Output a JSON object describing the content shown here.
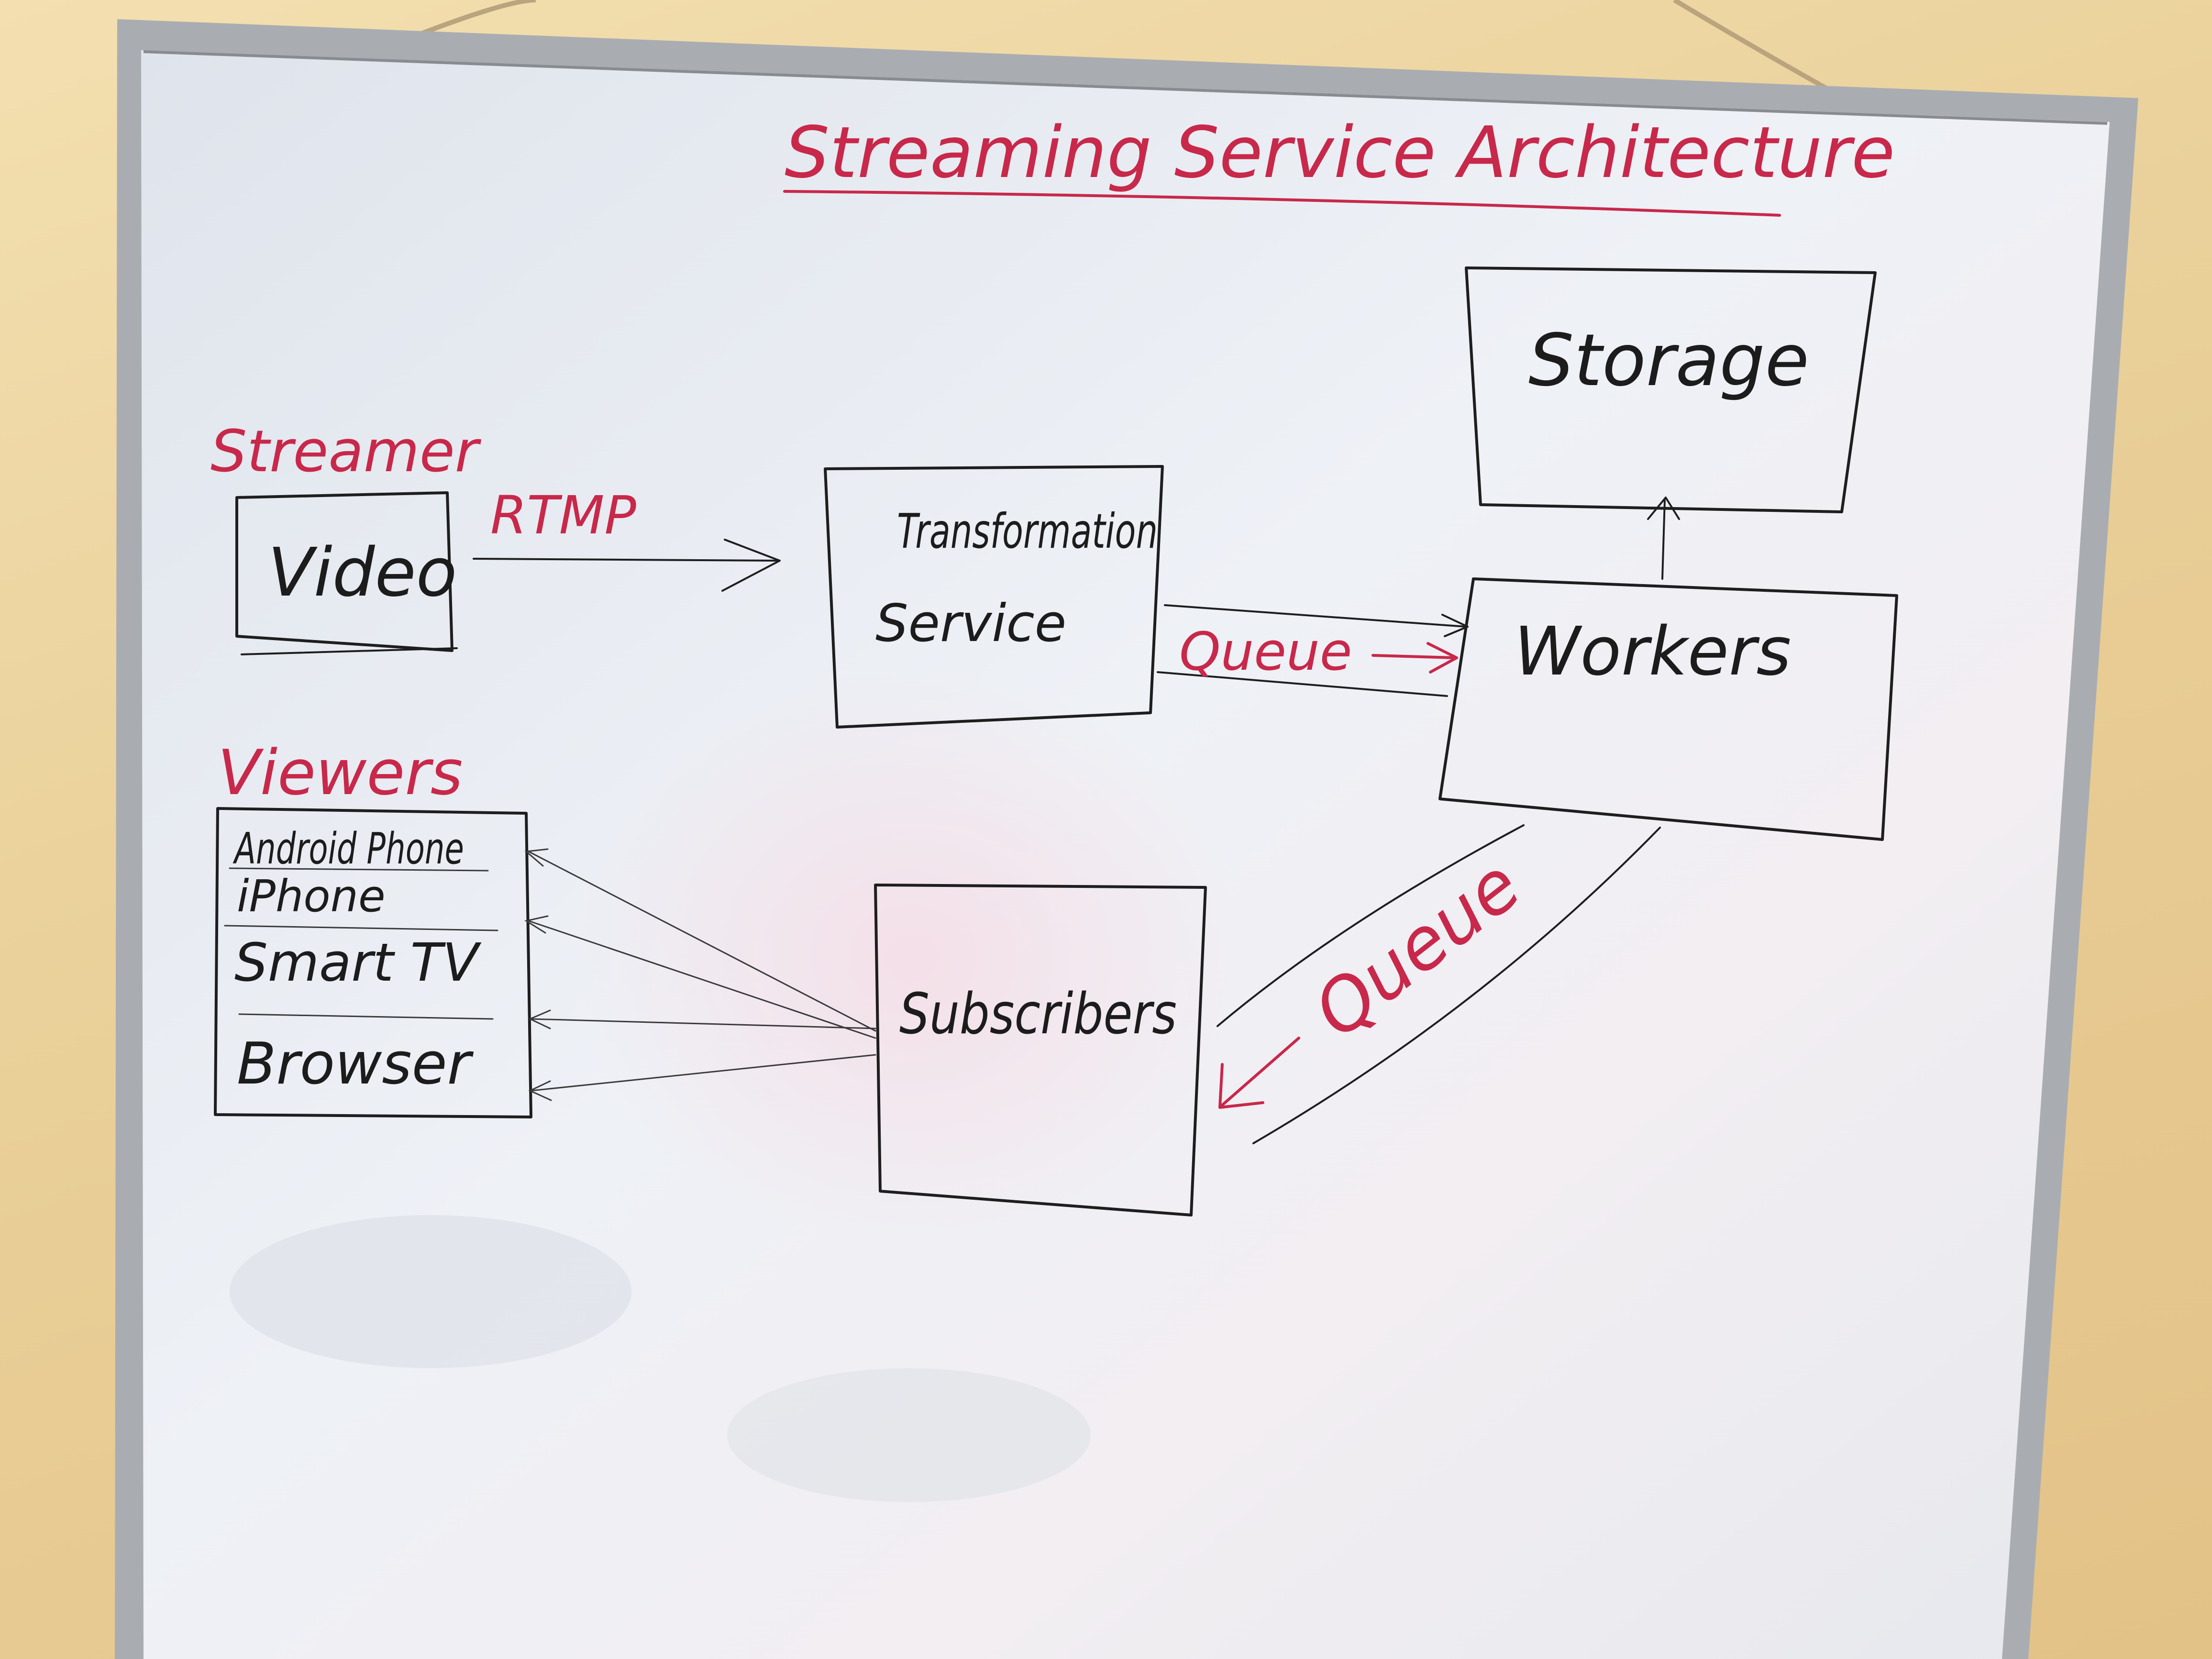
{
  "title": "Streaming Service Architecture",
  "labels": {
    "streamer": "Streamer",
    "viewers": "Viewers",
    "rtmp": "RTMP",
    "queue_top": "Queue",
    "queue_diagonal": "Queue"
  },
  "nodes": {
    "video": "Video",
    "transformation_line1": "Transformation",
    "transformation_line2": "Service",
    "storage": "Storage",
    "workers": "Workers",
    "subscribers": "Subscribers"
  },
  "viewer_devices": [
    "Android Phone",
    "iPhone",
    "Smart TV",
    "Browser"
  ],
  "colors": {
    "ink_black": "#1c1c1c",
    "ink_red": "#c8284a",
    "board": "#eef1f6",
    "frame": "#a9adb2"
  }
}
